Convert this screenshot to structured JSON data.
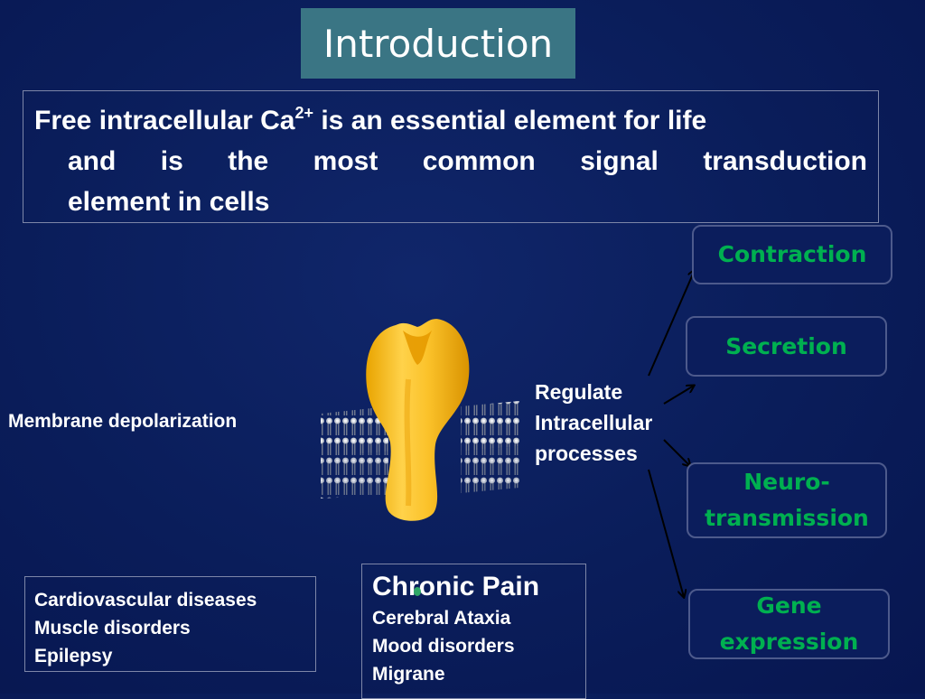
{
  "title": "Introduction",
  "intro": {
    "line1_pre": "Free intracellular Ca",
    "line1_sup": "2+",
    "line1_post": " is an essential element for life",
    "line2_words": [
      "and",
      "is",
      "the",
      "most",
      "common",
      "signal",
      "transduction"
    ],
    "line3": "element in cells"
  },
  "left_label": "Membrane depolarization",
  "middle_label": {
    "line1": "Regulate",
    "line2": "Intracellular",
    "line3": "processes"
  },
  "processes": {
    "contraction": "Contraction",
    "secretion": "Secretion",
    "neuro_line1": "Neuro-",
    "neuro_line2": "transmission",
    "gene_line1": "Gene",
    "gene_line2": "expression"
  },
  "diseases": [
    "Cardiovascular diseases",
    "Muscle disorders",
    "Epilepsy"
  ],
  "pain": {
    "heading": "Chronic Pain",
    "items": [
      "Cerebral Ataxia",
      "Mood disorders",
      "Migrane"
    ]
  },
  "colors": {
    "background": "#0a1d5a",
    "title_box": "#3a7584",
    "process_text": "#00b050",
    "channel": "#f7c12a"
  },
  "icons": {
    "channel": "calcium-channel-icon",
    "membrane": "lipid-bilayer-icon"
  }
}
